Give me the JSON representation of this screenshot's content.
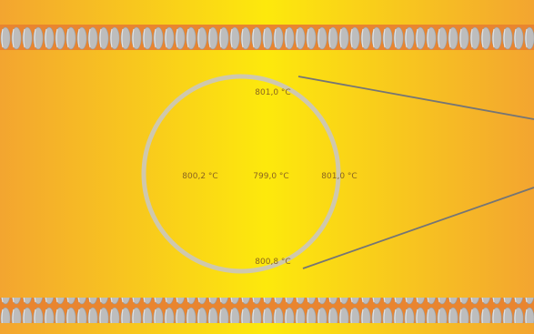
{
  "diagram": {
    "readings": {
      "top": "801,0 °C",
      "left": "800,2 °C",
      "center": "799,0 °C",
      "right": "801,0 °C",
      "bottom": "800,8 °C"
    },
    "colors": {
      "background_edge": "#f2a52e",
      "background_mid": "#fde90c",
      "coil": "#b8b8b8",
      "coil_bg": "#e9852f",
      "ring": "#cfc8ad",
      "callout_line": "#757575",
      "label_text": "#8a6420"
    },
    "icons": {
      "coil": "induction-coil-turns",
      "sample": "circular-cross-section"
    }
  }
}
